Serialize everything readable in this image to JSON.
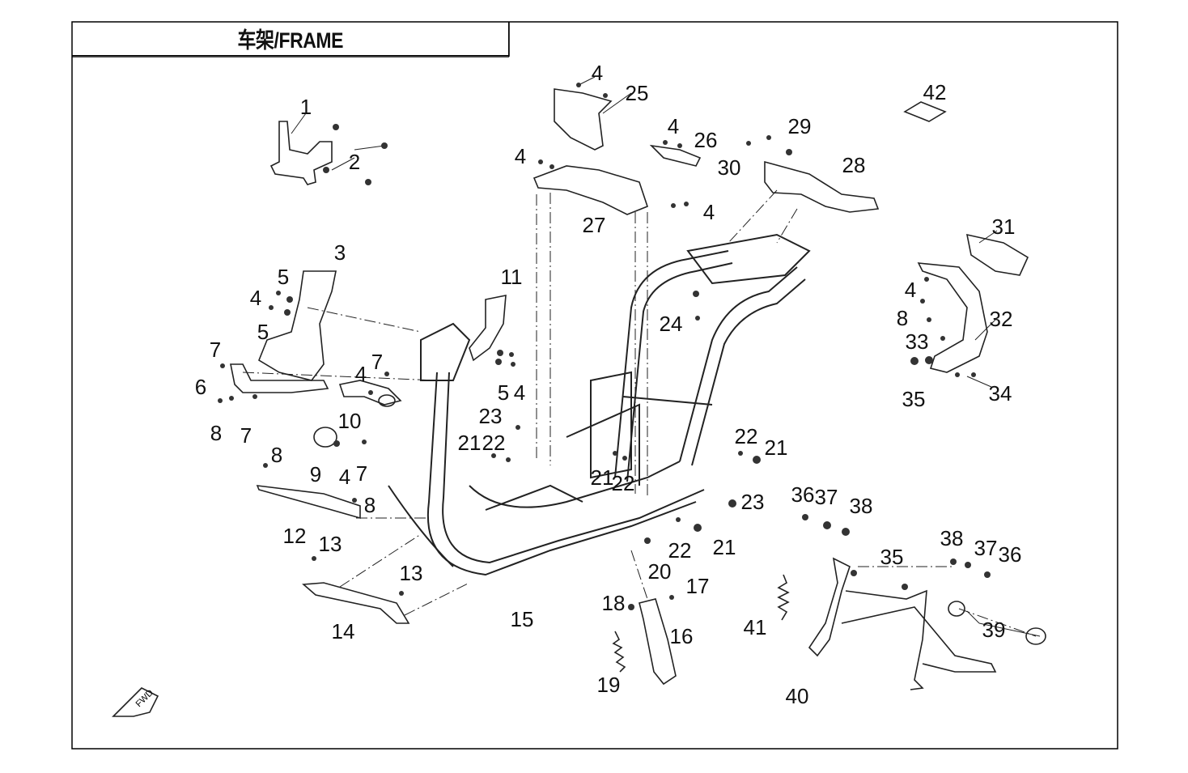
{
  "title": "车架/FRAME",
  "callouts": [
    {
      "label": "1"
    },
    {
      "label": "2"
    },
    {
      "label": "3"
    },
    {
      "label": "4"
    },
    {
      "label": "5"
    },
    {
      "label": "6"
    },
    {
      "label": "7"
    },
    {
      "label": "8"
    },
    {
      "label": "9"
    },
    {
      "label": "10"
    },
    {
      "label": "11"
    },
    {
      "label": "12"
    },
    {
      "label": "13"
    },
    {
      "label": "14"
    },
    {
      "label": "15"
    },
    {
      "label": "16"
    },
    {
      "label": "17"
    },
    {
      "label": "18"
    },
    {
      "label": "19"
    },
    {
      "label": "20"
    },
    {
      "label": "21"
    },
    {
      "label": "22"
    },
    {
      "label": "23"
    },
    {
      "label": "24"
    },
    {
      "label": "25"
    },
    {
      "label": "26"
    },
    {
      "label": "27"
    },
    {
      "label": "28"
    },
    {
      "label": "29"
    },
    {
      "label": "30"
    },
    {
      "label": "31"
    },
    {
      "label": "32"
    },
    {
      "label": "33"
    },
    {
      "label": "34"
    },
    {
      "label": "35"
    },
    {
      "label": "36"
    },
    {
      "label": "37"
    },
    {
      "label": "38"
    },
    {
      "label": "39"
    },
    {
      "label": "40"
    },
    {
      "label": "41"
    },
    {
      "label": "42"
    }
  ],
  "fwd_label": "FWD"
}
